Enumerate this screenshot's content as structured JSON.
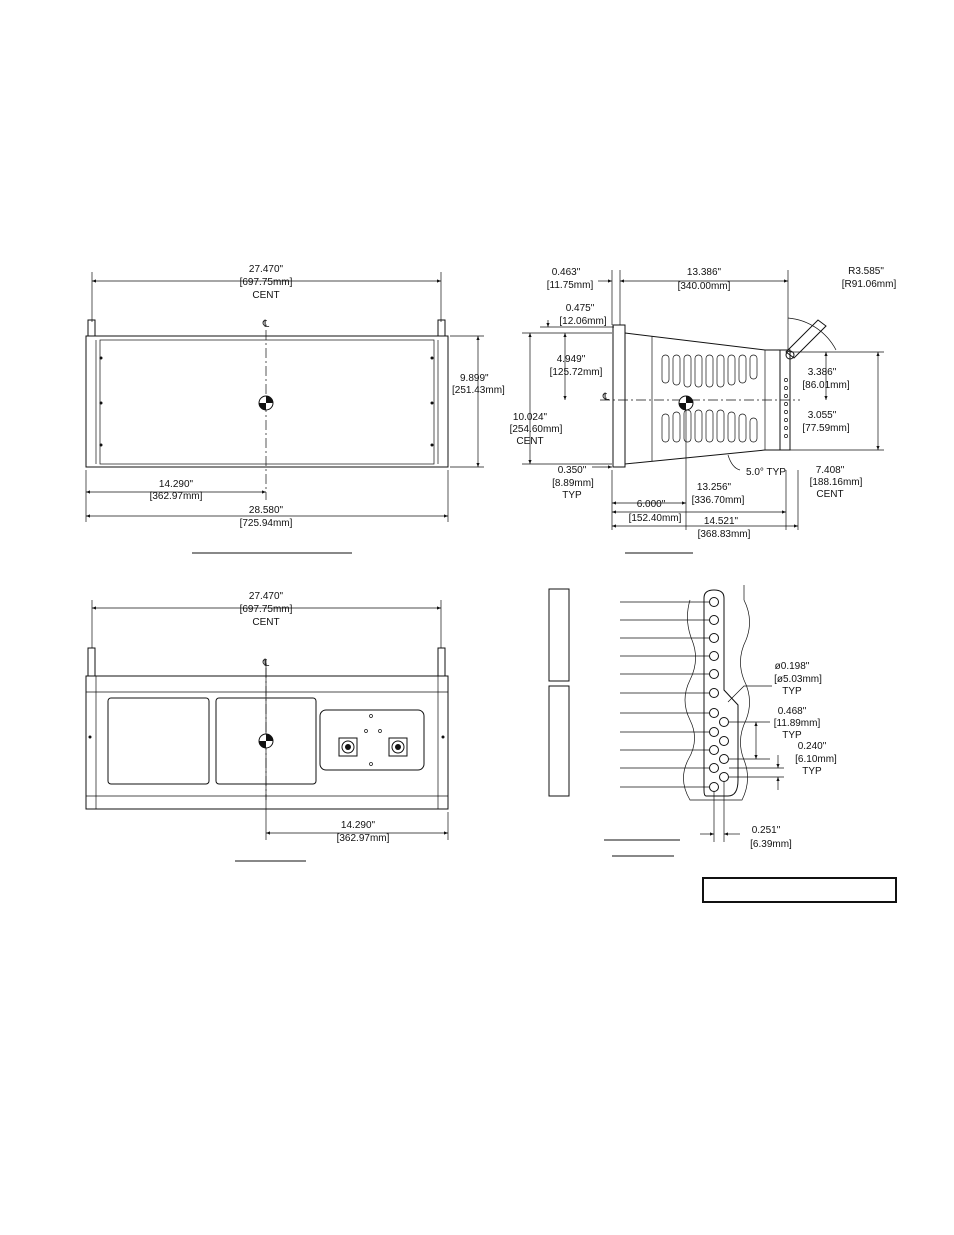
{
  "front_view": {
    "width_cent": [
      "27.470\"",
      "[697.75mm]",
      "CENT"
    ],
    "height": [
      "9.899\"",
      "[251.43mm]"
    ],
    "half_width": [
      "14.290\"",
      "[362.97mm]"
    ],
    "overall_width": [
      "28.580\"",
      "[725.94mm]"
    ],
    "centerline": "℄"
  },
  "side_view": {
    "flange": [
      "0.463\"",
      "[11.75mm]"
    ],
    "depth": [
      "13.386\"",
      "[340.00mm]"
    ],
    "radius": [
      "R3.585\"",
      "[R91.06mm]"
    ],
    "offset": [
      "0.475\"",
      "[12.06mm]"
    ],
    "cg_height": [
      "4.949\"",
      "[125.72mm]"
    ],
    "overall_height": [
      "10.024\"",
      "[254.60mm]",
      "CENT"
    ],
    "bracket_a": [
      "3.386\"",
      "[86.01mm]"
    ],
    "bracket_b": [
      "3.055\"",
      "[77.59mm]"
    ],
    "bracket_total": [
      "7.408\"",
      "[188.16mm]",
      "CENT"
    ],
    "angle": "5.0°  TYP",
    "thickness": [
      "0.350\"",
      "[8.89mm]",
      "TYP"
    ],
    "cg_depth": [
      "6.000\"",
      "[152.40mm]"
    ],
    "inner_depth": [
      "13.256\"",
      "[336.70mm]"
    ],
    "overall_depth": [
      "14.521\"",
      "[368.83mm]"
    ],
    "centerline": "℄"
  },
  "rear_view": {
    "width_cent": [
      "27.470\"",
      "[697.75mm]",
      "CENT"
    ],
    "half_width": [
      "14.290\"",
      "[362.97mm]"
    ],
    "centerline": "℄"
  },
  "detail_view": {
    "hole_dia": [
      "ø0.198\"",
      "[ø5.03mm]",
      "TYP"
    ],
    "pitch": [
      "0.468\"",
      "[11.89mm]",
      "TYP"
    ],
    "offset": [
      "0.240\"",
      "[6.10mm]",
      "TYP"
    ],
    "edge": [
      "0.251\"",
      "[6.39mm]"
    ]
  }
}
